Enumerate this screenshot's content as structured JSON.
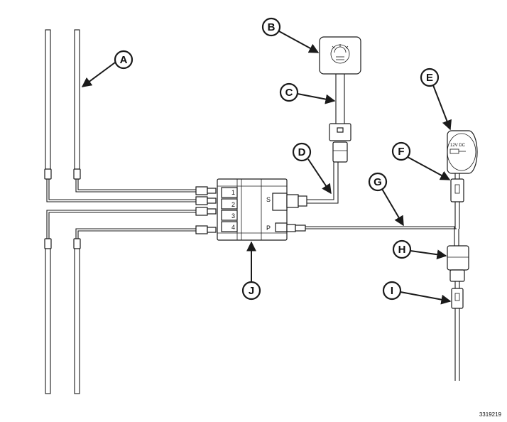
{
  "figure_id": "3319219",
  "callouts": {
    "A": "A",
    "B": "B",
    "C": "C",
    "D": "D",
    "E": "E",
    "F": "F",
    "G": "G",
    "H": "H",
    "I": "I",
    "J": "J"
  },
  "module_ports": {
    "p1": "1",
    "p2": "2",
    "p3": "3",
    "p4": "4",
    "s": "S",
    "p": "P"
  },
  "power_outlet_label": "12V DC"
}
